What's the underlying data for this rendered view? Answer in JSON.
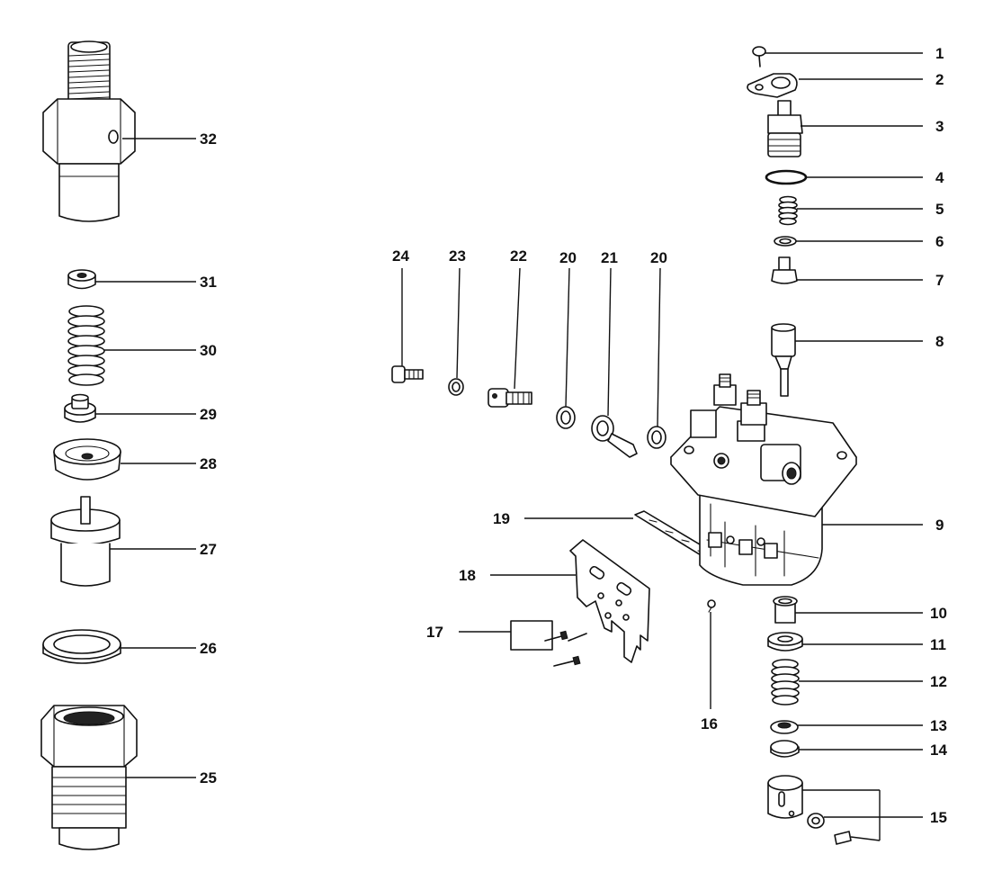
{
  "callouts": {
    "c1": "1",
    "c2": "2",
    "c3": "3",
    "c4": "4",
    "c5": "5",
    "c6": "6",
    "c7": "7",
    "c8": "8",
    "c9": "9",
    "c10": "10",
    "c11": "11",
    "c12": "12",
    "c13": "13",
    "c14": "14",
    "c15": "15",
    "c16": "16",
    "c17": "17",
    "c18": "18",
    "c19": "19",
    "c20a": "20",
    "c20b": "20",
    "c21": "21",
    "c22": "22",
    "c23": "23",
    "c24": "24",
    "c25": "25",
    "c26": "26",
    "c27": "27",
    "c28": "28",
    "c29": "29",
    "c30": "30",
    "c31": "31",
    "c32": "32"
  }
}
